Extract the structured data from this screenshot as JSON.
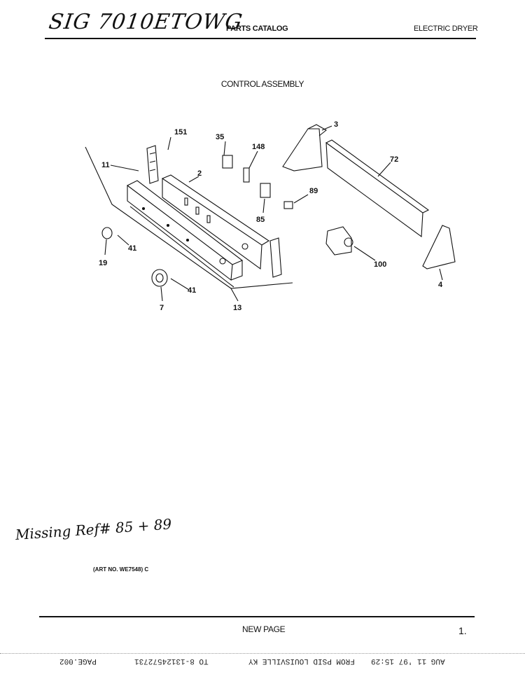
{
  "header": {
    "handwritten_model": "SIG 7010ETOWG",
    "catalog_label": "PARTS CATALOG",
    "product_label": "ELECTRIC DRYER"
  },
  "section_title": "CONTROL ASSEMBLY",
  "part_labels": [
    "151",
    "35",
    "3",
    "148",
    "11",
    "2",
    "72",
    "89",
    "85",
    "41",
    "19",
    "100",
    "41",
    "4",
    "7",
    "13"
  ],
  "handwritten_note": "Missing Ref# 85 + 89",
  "art_number": "(ART NO. WE7548) C",
  "footer": {
    "new_page": "NEW PAGE",
    "page_mark": "1."
  },
  "fax_header": {
    "date_time": "AUG 11 '97 15:29",
    "from": "FROM PSID LOUISVILLE KY",
    "to": "TO 8-13124572731",
    "page": "PAGE.002"
  }
}
